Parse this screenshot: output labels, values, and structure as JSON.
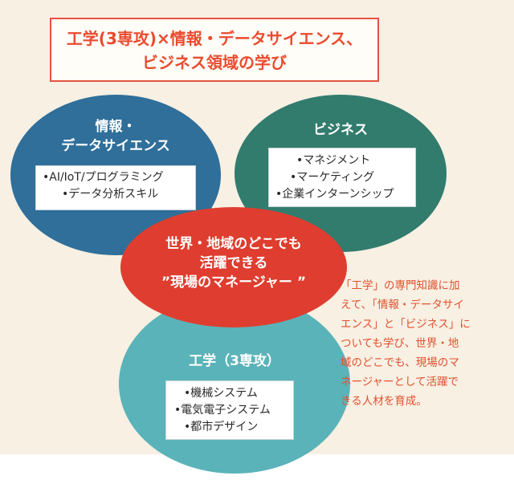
{
  "title": {
    "line1": "工学(3専攻)×情報・データサイエンス、",
    "line2": "ビジネス領域の学び"
  },
  "info": {
    "heading": [
      "情報・",
      "データサイエンス"
    ],
    "items": [
      "•AI/IoT/プログラミング",
      "•データ分析スキル"
    ],
    "color": "#2f6f9a"
  },
  "business": {
    "heading": "ビジネス",
    "items": [
      "•マネジメント",
      "•マーケティング",
      "•企業インターンシップ"
    ],
    "color": "#327c6e"
  },
  "engineering": {
    "heading": "工学（3専攻）",
    "items": [
      "•機械システム",
      "•電気電子システム",
      "•都市デザイン"
    ],
    "color": "#5ab3b8"
  },
  "center": {
    "lines": [
      "世界・地域のどこでも",
      "活躍できる",
      "”現場のマネージャー ”"
    ],
    "color": "#df3d2f"
  },
  "note": {
    "lines": [
      "「工学」の専門知識に加",
      "えて、「情報・データサイ",
      "エンス」と「ビジネス」に",
      "ついても学び、世界・地",
      "域のどこでも、現場のマ",
      "ネージャーとして活躍で",
      "きる人材を育成。"
    ]
  }
}
